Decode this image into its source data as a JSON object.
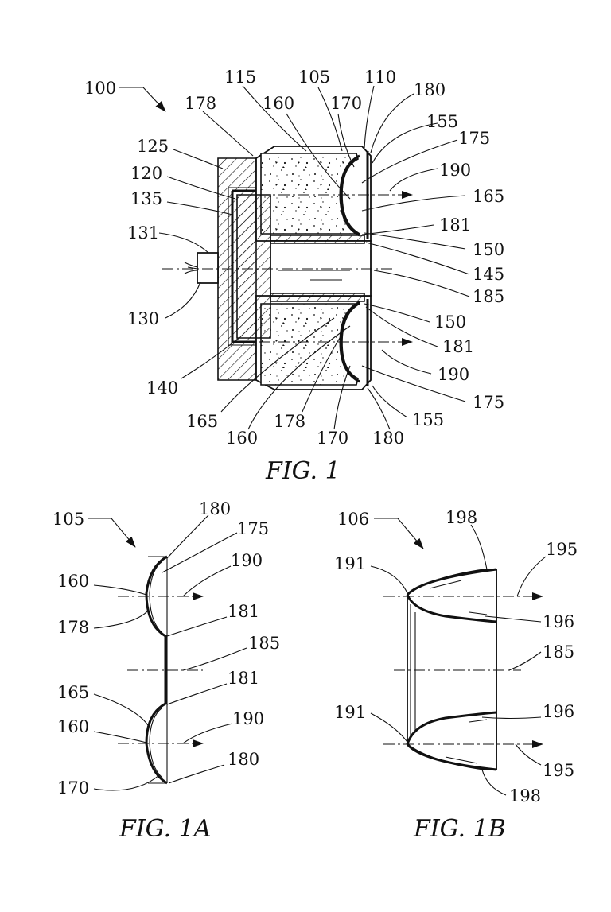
{
  "figures": {
    "fig1": {
      "caption": "FIG. 1",
      "labels": [
        "100",
        "115",
        "105",
        "110",
        "178",
        "160",
        "170",
        "180",
        "155",
        "175",
        "125",
        "190",
        "120",
        "165",
        "135",
        "181",
        "131",
        "150",
        "145",
        "130",
        "185",
        "150",
        "181",
        "140",
        "190",
        "175",
        "165",
        "178",
        "155",
        "160",
        "170",
        "180"
      ]
    },
    "fig1a": {
      "caption": "FIG. 1A",
      "labels": [
        "105",
        "180",
        "175",
        "190",
        "160",
        "178",
        "181",
        "185",
        "165",
        "181",
        "190",
        "160",
        "180",
        "170"
      ]
    },
    "fig1b": {
      "caption": "FIG. 1B",
      "labels": [
        "106",
        "198",
        "195",
        "191",
        "196",
        "185",
        "191",
        "196",
        "195",
        "198"
      ]
    }
  }
}
